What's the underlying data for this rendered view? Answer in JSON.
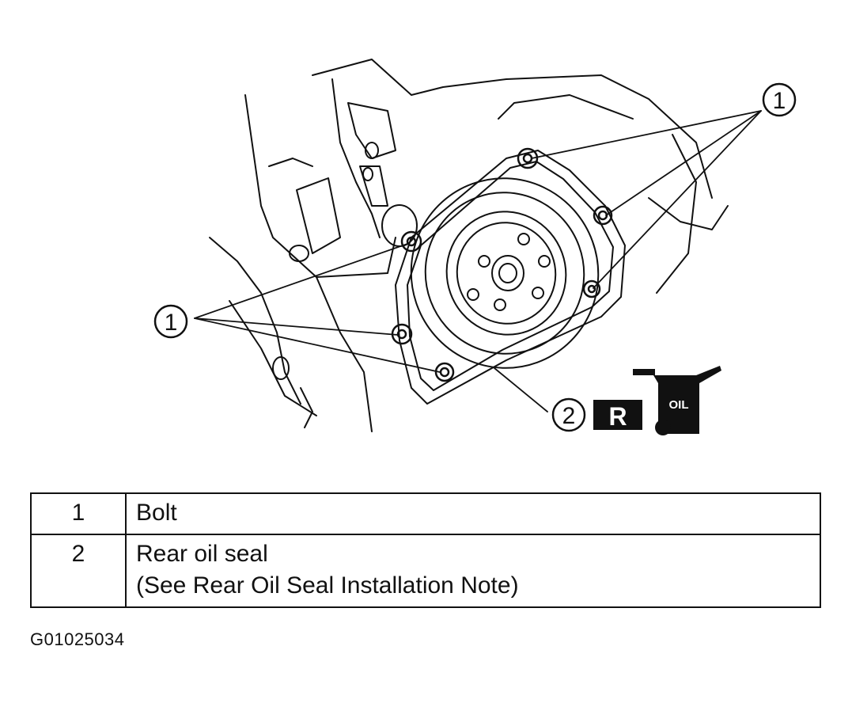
{
  "diagram": {
    "callouts": [
      {
        "label": "1"
      },
      {
        "label": "1"
      },
      {
        "label": "2"
      }
    ],
    "badges": {
      "replace": "R",
      "oil": "OIL"
    }
  },
  "legend": {
    "rows": [
      {
        "number": "1",
        "lines": [
          "Bolt"
        ]
      },
      {
        "number": "2",
        "lines": [
          "Rear oil seal",
          "(See Rear Oil Seal Installation Note)"
        ]
      }
    ]
  },
  "figure_id": "G01025034"
}
